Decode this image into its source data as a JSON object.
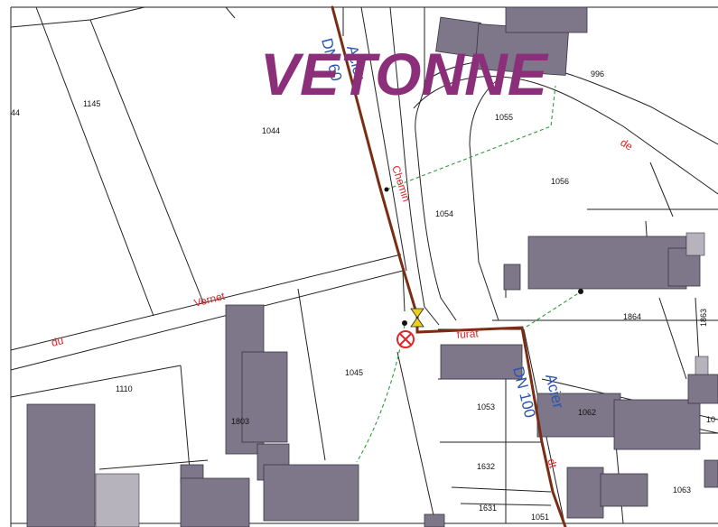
{
  "map": {
    "town_name": "VETONNE",
    "colors": {
      "background": "#ffffff",
      "parcel_line": "#222222",
      "building": "#7e7689",
      "building_light": "#b7b3bd",
      "main_pipe": "#7a2d14",
      "branch_line": "#2e9a3a",
      "street_label": "#e0262a",
      "pipe_label": "#2a55b0",
      "town_label": "#8c2f7a",
      "valve": "#e0262a",
      "fitting": "#e9d21d"
    },
    "parcels": {
      "p996": "996",
      "p1145": "1145",
      "p44": "44",
      "p1044": "1044",
      "p1055": "1055",
      "p1056": "1056",
      "p1054": "1054",
      "p1864": "1864",
      "p1863": "1863",
      "p1110": "1110",
      "p1045": "1045",
      "p1803": "1803",
      "p1053": "1053",
      "p1062": "1062",
      "p1632": "1632",
      "p1631": "1631",
      "p1051": "1051",
      "p1063": "1063",
      "p10": "10"
    },
    "streets": {
      "chemin": "Chemin",
      "du": "du",
      "vernet": "Vernet",
      "de": "de",
      "furat": "furat",
      "dt": "dt"
    },
    "pipes": {
      "north_material": "Acier",
      "north_diameter": "DN 60",
      "south_material": "Acier",
      "south_diameter": "DN 100"
    },
    "icons": [
      "valve-symbol-icon",
      "pipe-fitting-icon",
      "junction-dot-icon"
    ]
  }
}
